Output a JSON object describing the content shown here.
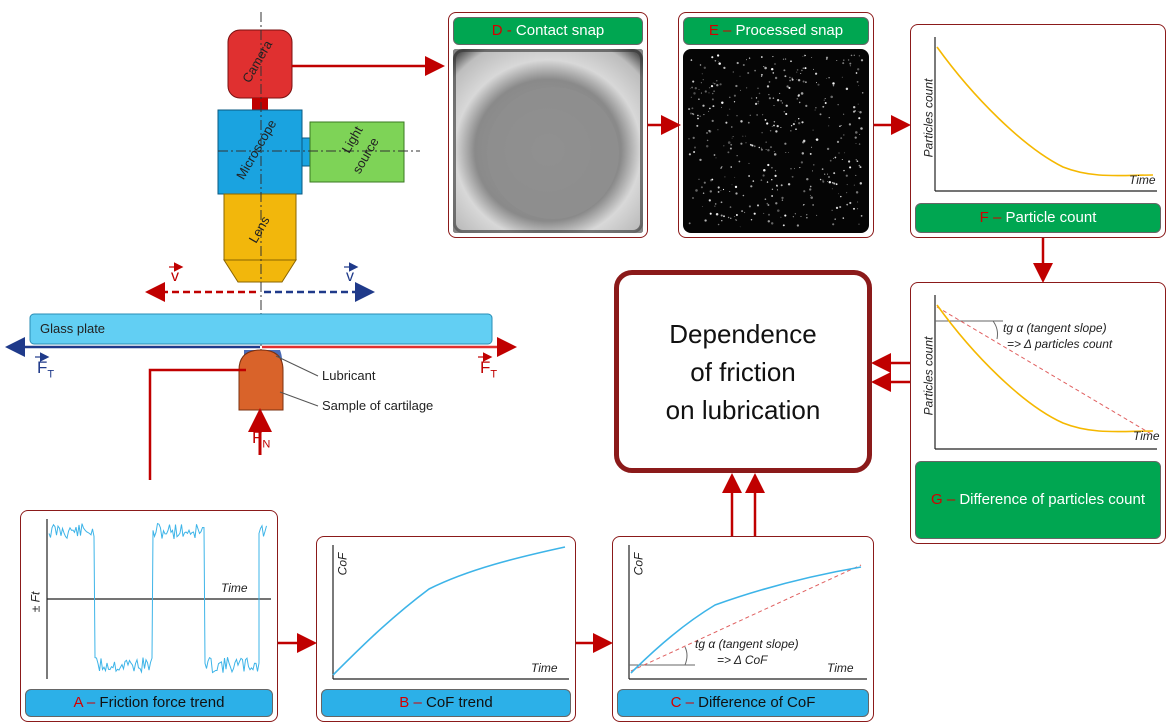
{
  "apparatus": {
    "camera": "Camera",
    "microscope": "Microscope",
    "light_line1": "Light",
    "light_line2": "source",
    "lens": "Lens",
    "glass_plate": "Glass plate",
    "lubricant": "Lubricant",
    "sample": "Sample of cartilage",
    "v_symbol": "v",
    "ft_symbol": "F",
    "ft_sub": "T",
    "fn_symbol": "F",
    "fn_sub": "N"
  },
  "panels": {
    "d": {
      "letter": "D -",
      "title": "Contact snap"
    },
    "e": {
      "letter": "E –",
      "title": "Processed snap"
    },
    "f": {
      "letter": "F –",
      "title": "Particle count",
      "ylabel": "Particles count",
      "xlabel": "Time"
    },
    "g": {
      "letter": "G –",
      "title": "Difference of particles count",
      "ylabel": "Particles count",
      "xlabel": "Time",
      "note1": "tg α (tangent slope)",
      "note2": "=> Δ particles count"
    },
    "a": {
      "letter": "A –",
      "title": "Friction force trend",
      "ylabel": "± Ft",
      "xlabel": "Time"
    },
    "b": {
      "letter": "B –",
      "title": "CoF trend",
      "ylabel": "CoF",
      "xlabel": "Time"
    },
    "c": {
      "letter": "C –",
      "title": "Difference of CoF",
      "ylabel": "CoF",
      "xlabel": "Time",
      "note1": "tg α (tangent slope)",
      "note2": "=> Δ CoF"
    }
  },
  "center": {
    "line1": "Dependence",
    "line2": "of friction",
    "line3": "on lubrication"
  },
  "colors": {
    "arrow": "#c00000",
    "curve_yellow": "#f5b800",
    "curve_blue": "#3db4e8",
    "green": "#00a651",
    "blue": "#2cb0e8"
  }
}
